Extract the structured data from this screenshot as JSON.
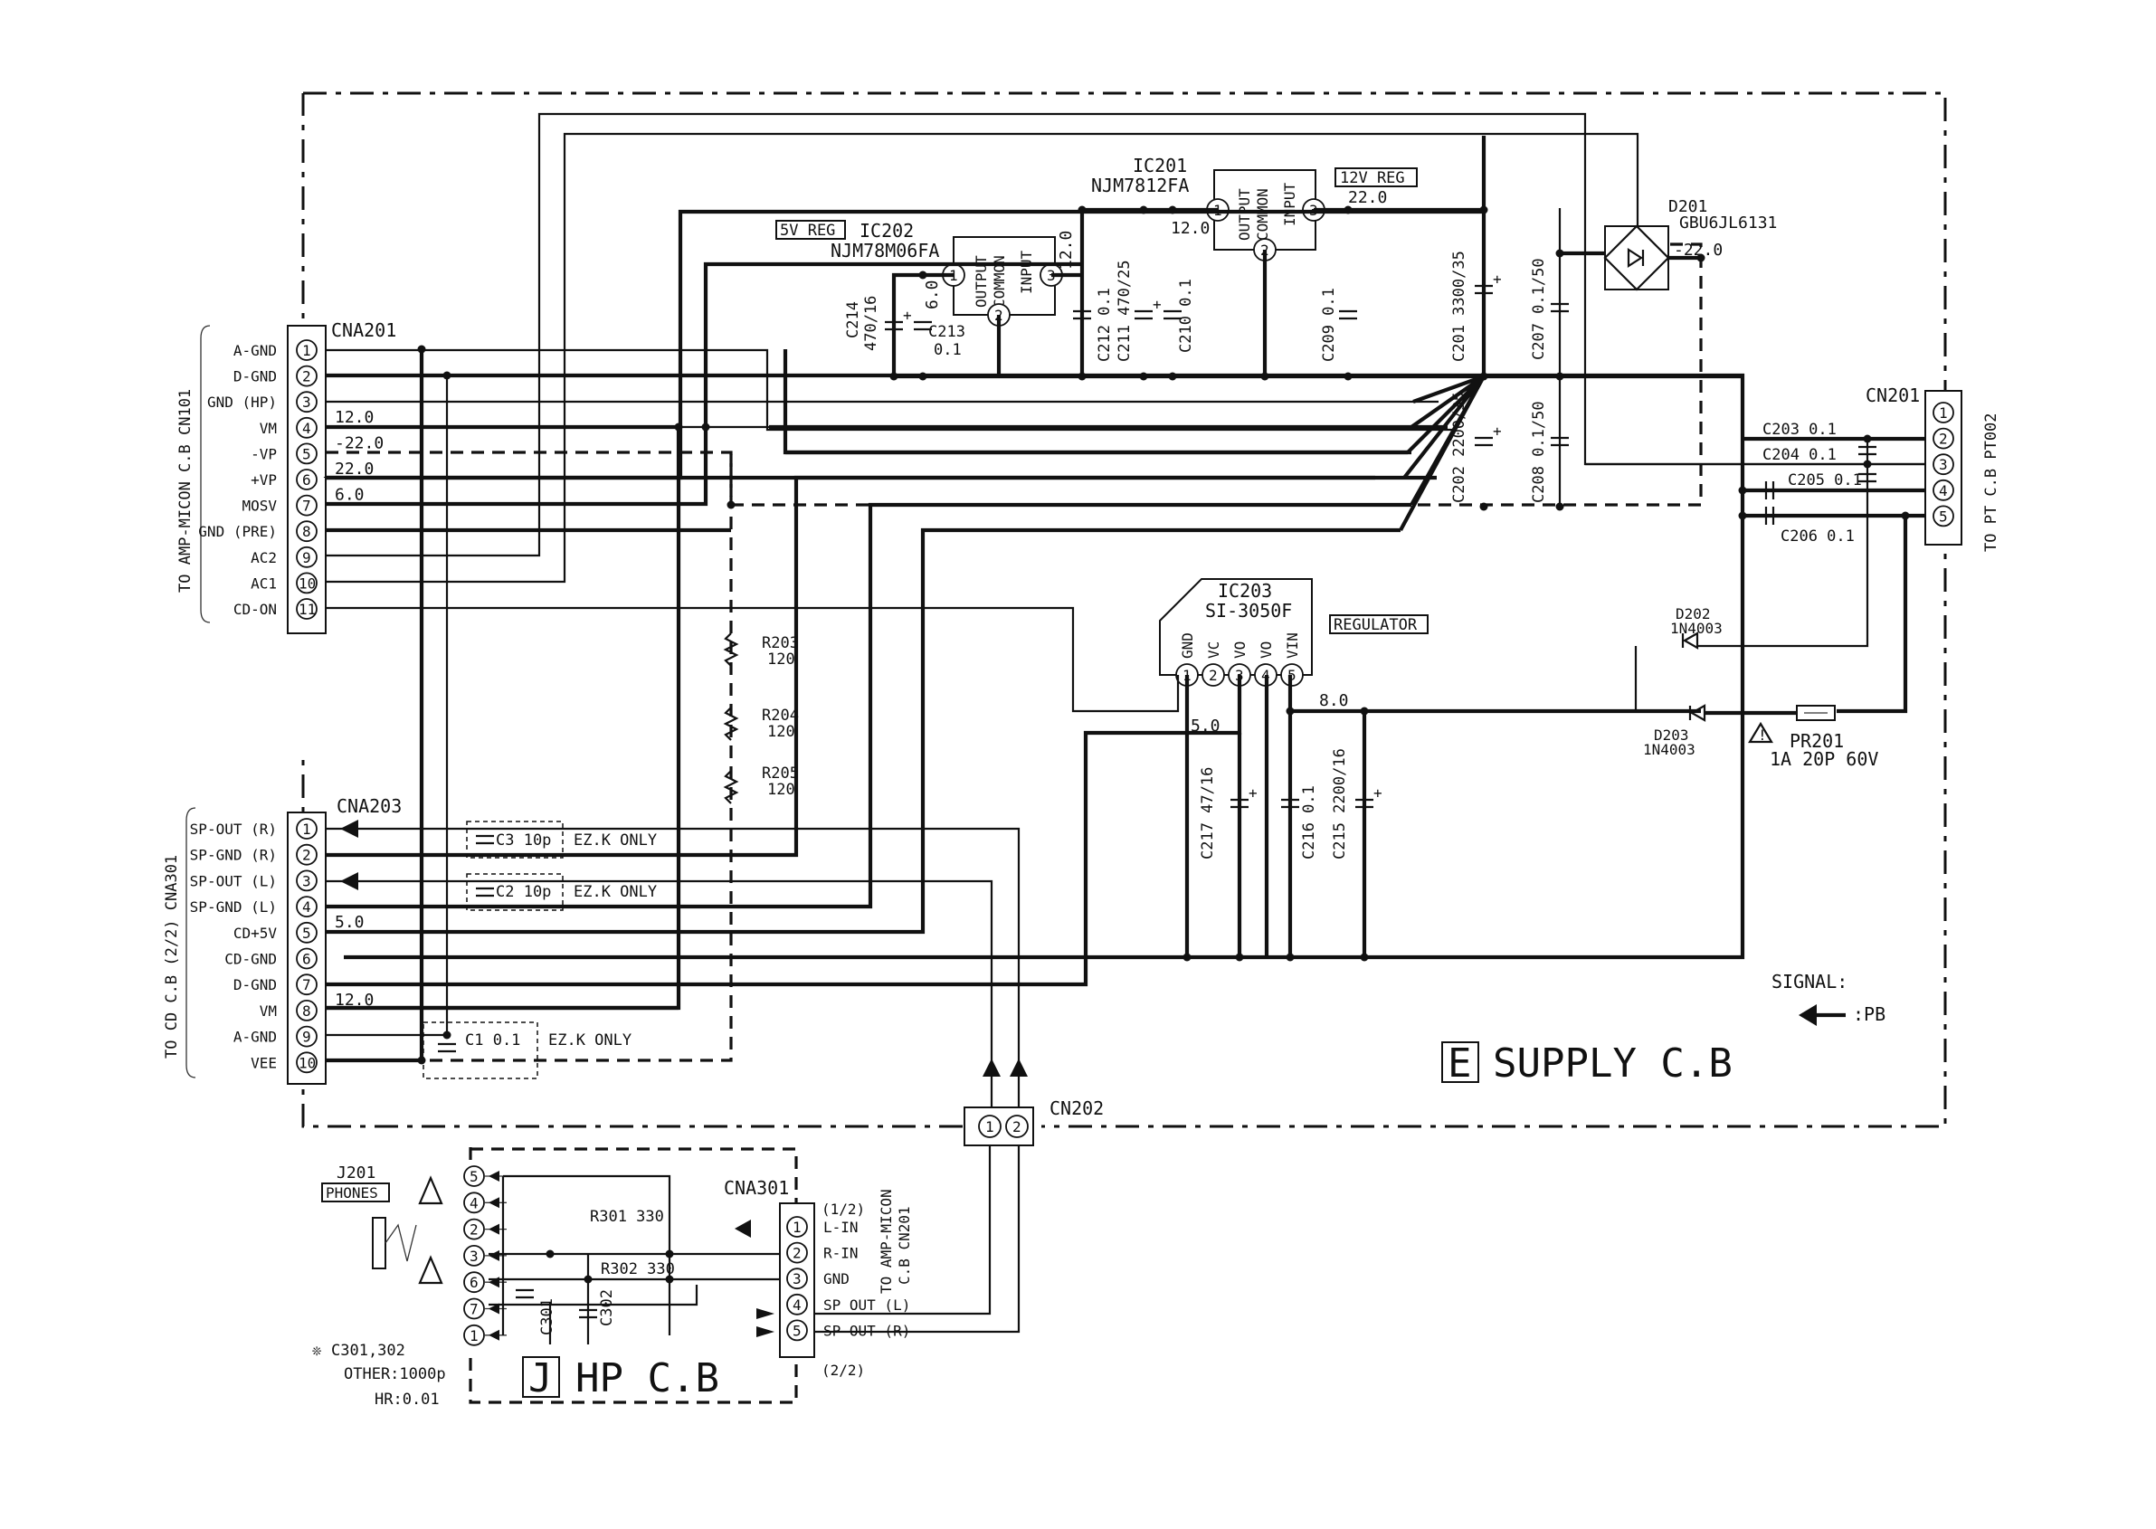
{
  "board_e": {
    "letter": "E",
    "title": "SUPPLY C.B"
  },
  "board_j": {
    "letter": "J",
    "title": "HP C.B"
  },
  "signal": {
    "label": "SIGNAL:",
    "pb": ":PB"
  },
  "cna201": {
    "name": "CNA201",
    "side": "TO AMP-MICON C.B CN101",
    "pins": [
      "A-GND",
      "D-GND",
      "GND (HP)",
      "VM",
      "-VP",
      "+VP",
      "MOSV",
      "GND (PRE)",
      "AC2",
      "AC1",
      "CD-ON"
    ],
    "volts": [
      {
        "pin": 4,
        "text": "12.0"
      },
      {
        "pin": 5,
        "text": "-22.0"
      },
      {
        "pin": 6,
        "text": "22.0"
      },
      {
        "pin": 7,
        "text": "6.0"
      }
    ]
  },
  "cna203": {
    "name": "CNA203",
    "side": "TO CD C.B (2/2) CNA301",
    "pins": [
      "SP-OUT (R)",
      "SP-GND (R)",
      "SP-OUT (L)",
      "SP-GND (L)",
      "CD+5V",
      "CD-GND",
      "D-GND",
      "VM",
      "A-GND",
      "VEE"
    ],
    "volts": [
      {
        "pin": 5,
        "text": "5.0"
      },
      {
        "pin": 8,
        "text": "12.0"
      }
    ]
  },
  "cn201": {
    "name": "CN201",
    "side": "TO PT C.B PT002",
    "pins": [
      "1",
      "2",
      "3",
      "4",
      "5"
    ]
  },
  "cn202": {
    "name": "CN202",
    "pins": [
      "1",
      "2"
    ]
  },
  "cna301": {
    "name": "CNA301",
    "pins": [
      "1",
      "2",
      "3",
      "4",
      "5"
    ],
    "labels": [
      "L-IN",
      "R-IN",
      "GND",
      "SP OUT (L)",
      "SP OUT (R)"
    ],
    "half1": "(1/2)",
    "half2": "(2/2)",
    "side1": "TO AMP-MICON",
    "side2": "C.B CN201"
  },
  "ic201": {
    "ref": "IC201",
    "part": "NJM7812FA",
    "tag": "12V REG",
    "vin": "22.0",
    "vout": "12.0",
    "pins": [
      "OUTPUT",
      "COMMON",
      "INPUT"
    ],
    "pinno": [
      "1",
      "2",
      "3"
    ]
  },
  "ic202": {
    "ref": "IC202",
    "part": "NJM78M06FA",
    "tag": "5V REG",
    "vin": "12.0",
    "vout": "6.0",
    "pins": [
      "OUTPUT",
      "COMMON",
      "INPUT"
    ],
    "pinno": [
      "1",
      "2",
      "3"
    ]
  },
  "ic203": {
    "ref": "IC203",
    "part": "SI-3050F",
    "tag": "REGULATOR",
    "pins": [
      "GND",
      "VC",
      "VO",
      "VO",
      "VIN"
    ],
    "pinno": [
      "1",
      "2",
      "3",
      "4",
      "5"
    ],
    "vin": "8.0",
    "vout": "5.0"
  },
  "d201": {
    "ref": "D201",
    "part": "GBU6JL6131",
    "volt": "-22.0"
  },
  "d202": {
    "ref": "D202",
    "part": "1N4003"
  },
  "d203": {
    "ref": "D203",
    "part": "1N4003"
  },
  "pr201": {
    "ref": "PR201",
    "part": "1A 20P 60V"
  },
  "caps": {
    "c201": "C201 3300/35",
    "c202": "C202 2200/35",
    "c207": "C207 0.1/50",
    "c208": "C208 0.1/50",
    "c209": "C209 0.1",
    "c210": "C210 0.1",
    "c211": "C211 470/25",
    "c212": "C212 0.1",
    "c213a": "C213",
    "c213b": "0.1",
    "c214a": "C214",
    "c214b": "470/16",
    "c203": "C203 0.1",
    "c204": "C204 0.1",
    "c205": "C205 0.1",
    "c206": "C206 0.1",
    "c215": "C215 2200/16",
    "c216": "C216 0.1",
    "c217": "C217 47/16",
    "c1": "C1 0.1",
    "c2": "C2 10p",
    "c3": "C3 10p",
    "ez": "EZ.K ONLY"
  },
  "res": {
    "r203": "R203",
    "r204": "R204",
    "r205": "R205",
    "val": "120"
  },
  "j201": {
    "ref": "J201",
    "tag": "PHONES",
    "pins": [
      "5",
      "4",
      "2",
      "3",
      "6",
      "7",
      "1"
    ]
  },
  "hp": {
    "r301": "R301 330",
    "r302": "R302 330",
    "c301": "C301",
    "c302": "C302",
    "note1": "C301,302",
    "note2": "OTHER:1000p",
    "note3": "HR:0.01",
    "mark": "❊"
  },
  "colors": {
    "ink": "#111111",
    "paper": "#ffffff"
  }
}
